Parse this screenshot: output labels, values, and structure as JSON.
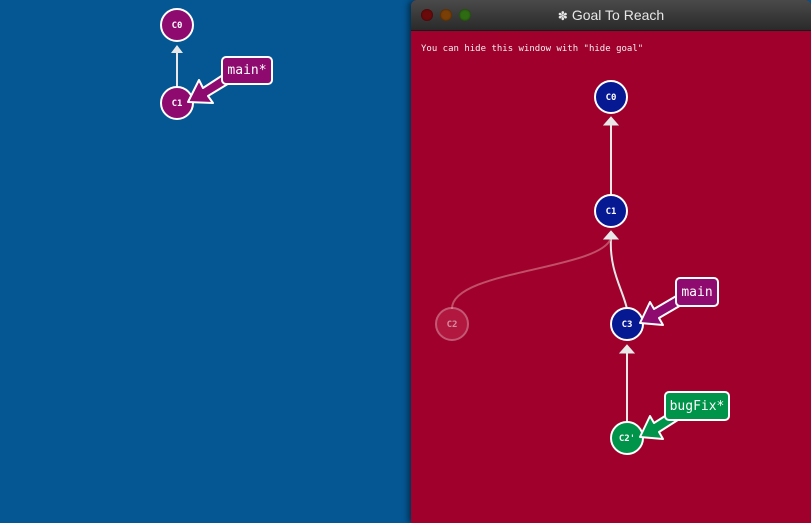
{
  "goal_window": {
    "title": "Goal To Reach",
    "hint": "You can hide this window with \"hide goal\""
  },
  "current_tree": {
    "commits": [
      "C0",
      "C1"
    ],
    "branches": [
      {
        "name": "main*",
        "target": "C1"
      }
    ]
  },
  "goal_tree": {
    "commits": [
      "C0",
      "C1",
      "C2",
      "C3",
      "C2'"
    ],
    "branches": [
      {
        "name": "main",
        "target": "C3"
      },
      {
        "name": "bugFix*",
        "target": "C2'"
      }
    ]
  },
  "colors": {
    "left_bg": "#045793",
    "goal_bg": "#a0002c",
    "commit_magenta": "#8e0a6e",
    "commit_blue": "#071893",
    "branch_main": "#8e0a6e",
    "branch_bugfix": "#00934a",
    "ghost_commit": "#c02a50"
  }
}
